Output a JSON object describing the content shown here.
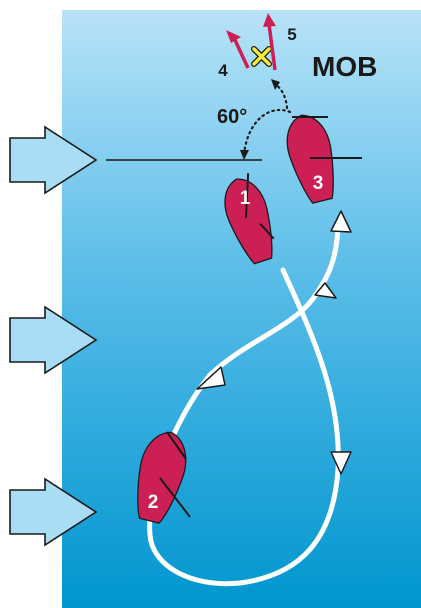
{
  "labels": {
    "mob": "MOB",
    "angle": "60°",
    "position_4": "4",
    "position_5": "5",
    "boat_1": "1",
    "boat_2": "2",
    "boat_3": "3"
  },
  "colors": {
    "water_top": "#b8e3f8",
    "water_bottom": "#0096cf",
    "boat_fill": "#cc1f55",
    "wind_arrow_fill": "#a9dcf5",
    "wind_arrow_stroke": "#1a1a1a",
    "track": "#ffffff",
    "mob_marker": "#f2ec3a",
    "position_arrows": "#cc1f55",
    "text": "#1a1a1a"
  },
  "icons": {
    "wind": "wind-arrow-icon",
    "mob": "x-marker-icon",
    "boat": "sailboat-hull-icon"
  }
}
